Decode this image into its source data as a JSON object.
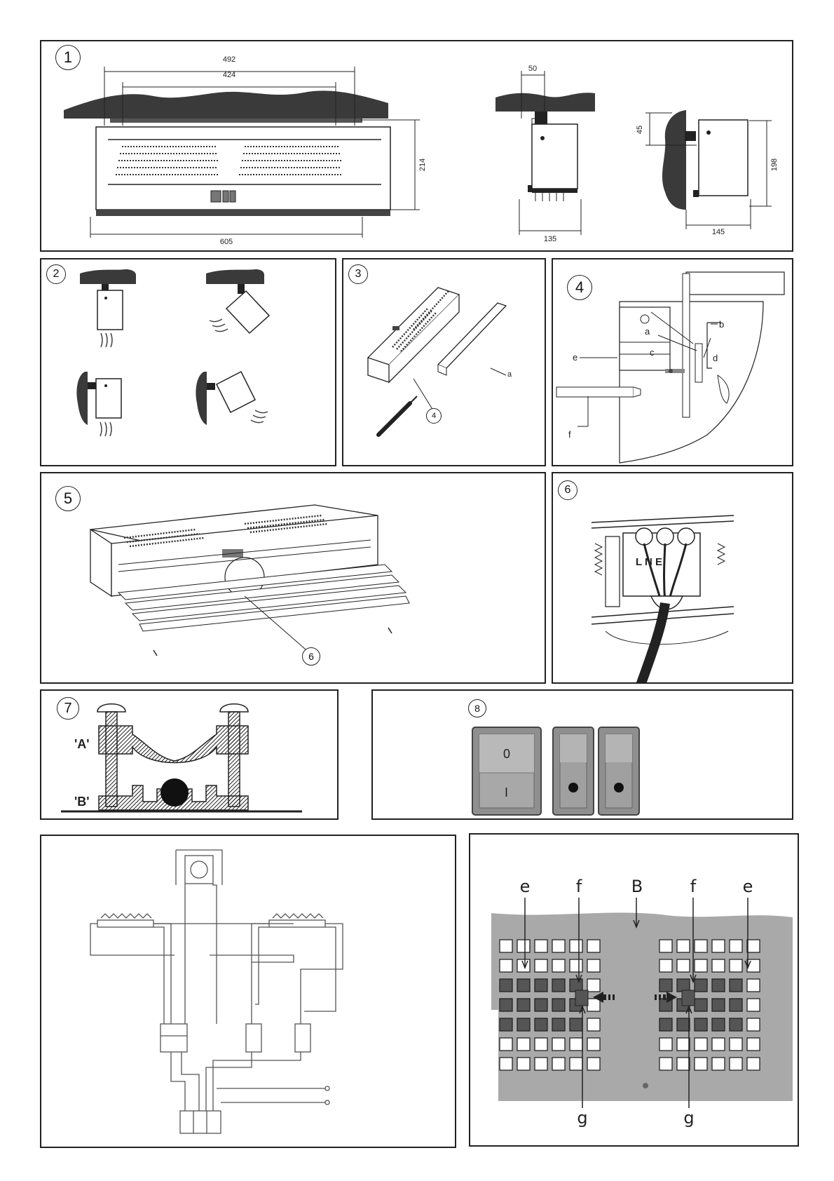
{
  "figures": {
    "f1": {
      "number": "1",
      "dims": {
        "d492": "492",
        "d424": "424",
        "d605": "605",
        "d214": "214",
        "d50": "50",
        "d135": "135",
        "d45": "45",
        "d198": "198",
        "d145": "145"
      }
    },
    "f2": {
      "number": "2"
    },
    "f3": {
      "number": "3",
      "callout_a": "a",
      "callout_4": "4"
    },
    "f4": {
      "number": "4",
      "labels": {
        "a": "a",
        "b": "b",
        "c": "c",
        "d": "d",
        "e": "e",
        "f": "f"
      }
    },
    "f5": {
      "number": "5",
      "callout_6": "6"
    },
    "f6": {
      "number": "6",
      "terminals": "L N E"
    },
    "f7": {
      "number": "7",
      "label_a": "'A'",
      "label_b": "'B'"
    },
    "f8": {
      "number": "8",
      "switch_top": "0",
      "switch_bottom": "I"
    },
    "f9": {},
    "f10": {
      "labels": {
        "e_left": "e",
        "f_left": "f",
        "B": "B",
        "f_right": "f",
        "e_right": "e",
        "g_left": "g",
        "g_right": "g"
      }
    }
  },
  "colors": {
    "line": "#222222",
    "panel_grey": "#a9a9a9",
    "shelf": "#3a3a3a"
  }
}
